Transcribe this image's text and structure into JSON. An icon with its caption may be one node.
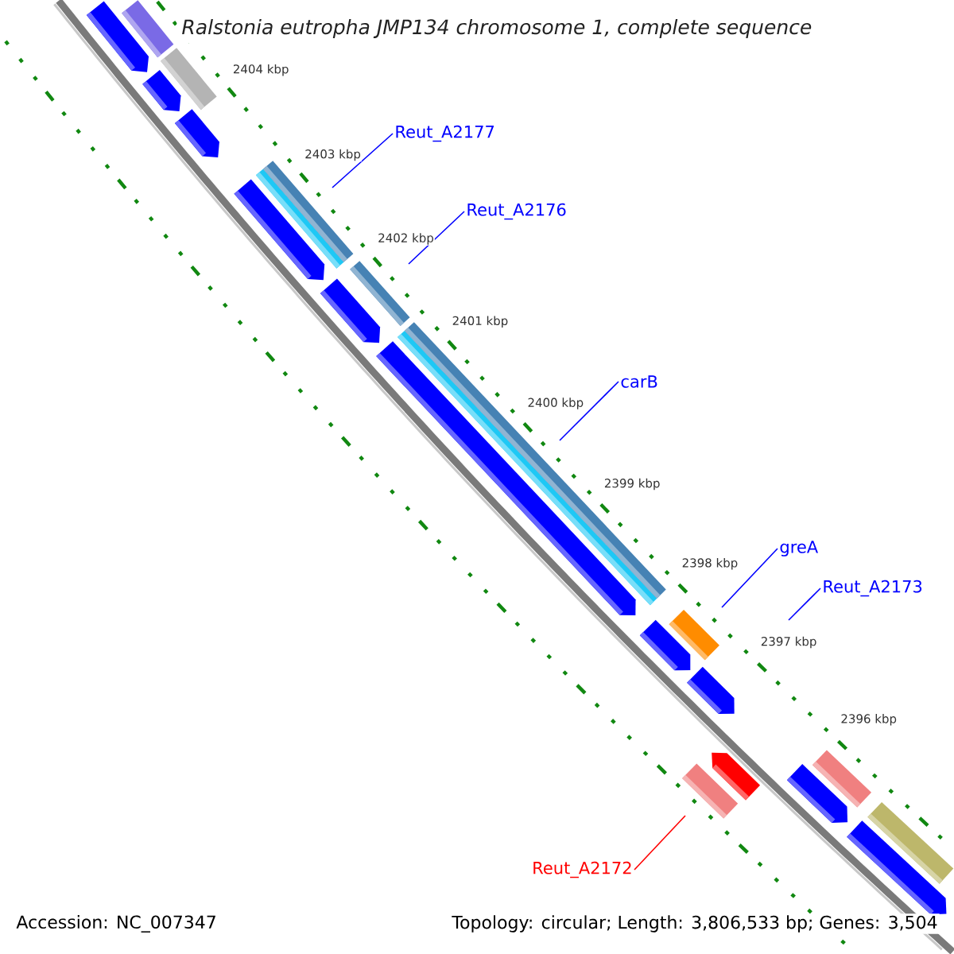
{
  "diagram": {
    "title": "Ralstonia eutropha JMP134 chromosome 1, complete sequence",
    "nodes": [
      {
        "text": [
          "Reut_A2177"
        ]
      },
      {
        "text": [
          "Reut_A2176"
        ]
      },
      {
        "text": [
          "carB"
        ]
      },
      {
        "text": [
          "greA"
        ]
      },
      {
        "text": [
          "Reut_A2173"
        ]
      },
      {
        "text": [
          "Reut_A2172"
        ]
      }
    ],
    "edges": [
      {
        "from": 0,
        "to": null,
        "arrow": "none"
      },
      {
        "from": 1,
        "to": null,
        "arrow": "none"
      },
      {
        "from": 2,
        "to": null,
        "arrow": "none"
      },
      {
        "from": 3,
        "to": null,
        "arrow": "none"
      },
      {
        "from": 4,
        "to": null,
        "arrow": "none"
      },
      {
        "from": 5,
        "to": null,
        "arrow": "none",
        "color": "#ff0000"
      }
    ],
    "labels": [
      "2404 kbp",
      "2403 kbp",
      "2402 kbp",
      "2401 kbp",
      "2400 kbp",
      "2399 kbp",
      "2398 kbp",
      "2397 kbp",
      "2396 kbp",
      "Accession: NC_007347",
      "Topology: circular; Length: 3,806,533 bp; Genes: 3,504"
    ]
  }
}
